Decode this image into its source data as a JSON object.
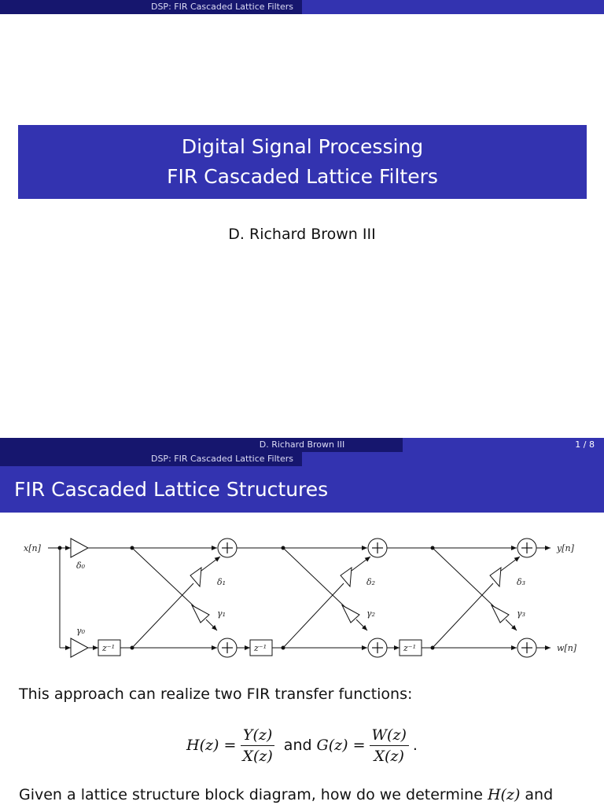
{
  "slide1": {
    "header": "DSP: FIR Cascaded Lattice Filters",
    "title_line1": "Digital Signal Processing",
    "title_line2": "FIR Cascaded Lattice Filters",
    "author": "D. Richard Brown III",
    "footer_author": "D. Richard Brown III",
    "footer_page": "1 / 8"
  },
  "slide2": {
    "header": "DSP: FIR Cascaded Lattice Filters",
    "frame_title": "FIR Cascaded Lattice Structures",
    "diagram_labels": {
      "input": "x[n]",
      "output_y": "y[n]",
      "output_w": "w[n]",
      "delay": "z⁻¹",
      "delta0": "δ₀",
      "gamma0": "γ₀",
      "delta1": "δ₁",
      "gamma1": "γ₁",
      "delta2": "δ₂",
      "gamma2": "γ₂",
      "delta3": "δ₃",
      "gamma3": "γ₃"
    },
    "text1": "This approach can realize two FIR transfer functions:",
    "eq": {
      "h_lhs": "H(z) =",
      "h_num": "Y(z)",
      "h_den": "X(z)",
      "and": "and",
      "g_lhs": "G(z) =",
      "g_num": "W(z)",
      "g_den": "X(z)",
      "end": "."
    },
    "text2_prefix": "Given a lattice structure block diagram, how do we determine ",
    "text2_math": "H(z)",
    "text2_suffix": " and"
  }
}
